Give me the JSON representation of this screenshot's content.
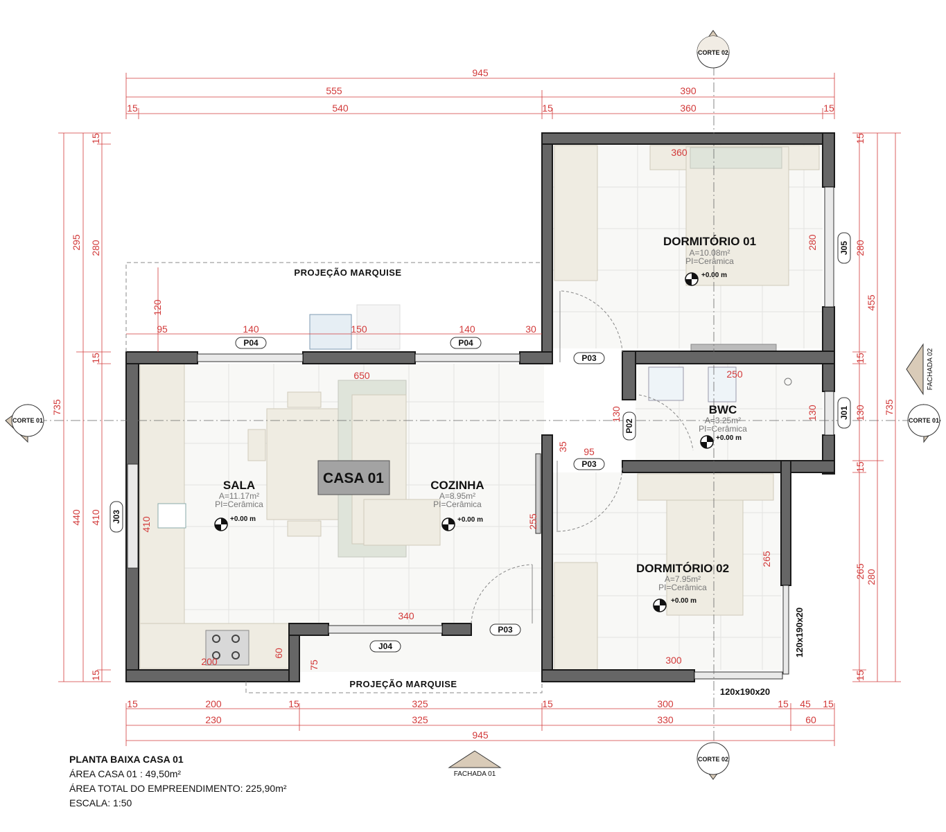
{
  "drawing": {
    "title": "PLANTA BAIXA CASA 01",
    "area_casa": "ÁREA CASA 01 : 49,50m²",
    "area_total": "ÁREA TOTAL DO EMPREENDIMENTO: 225,90m²",
    "escala": "ESCALA: 1:50",
    "house_label": "CASA 01"
  },
  "rooms": [
    {
      "name": "DORMITÓRIO 01",
      "area": "A=10.08m²",
      "floor": "PI=Cerâmica",
      "level": "+0.00 m"
    },
    {
      "name": "BWC",
      "area": "A=3.25m²",
      "floor": "PI=Cerâmica",
      "level": "+0.00 m"
    },
    {
      "name": "SALA",
      "area": "A=11.17m²",
      "floor": "PI=Cerâmica",
      "level": "+0.00 m"
    },
    {
      "name": "COZINHA",
      "area": "A=8.95m²",
      "floor": "PI=Cerâmica",
      "level": "+0.00 m"
    },
    {
      "name": "DORMITÓRIO 02",
      "area": "A=7.95m²",
      "floor": "PI=Cerâmica",
      "level": "+0.00 m"
    }
  ],
  "projections": {
    "top": "PROJEÇÃO MARQUISE",
    "bottom": "PROJEÇÃO MARQUISE"
  },
  "openings": {
    "p04": "P04",
    "p03": "P03",
    "p02": "P02",
    "j03": "J03",
    "j04": "J04",
    "j05": "J05",
    "j01": "J01",
    "win_size": "120x190x20"
  },
  "section_marks": {
    "corte01": "CORTE 01",
    "corte02": "CORTE 02"
  },
  "facades": {
    "fachada01": "FACHADA 01",
    "fachada02": "FACHADA 02"
  },
  "dims": {
    "top_total": "945",
    "top_a": "555",
    "top_b": "390",
    "top_c1": "15",
    "top_c2": "540",
    "top_c3": "15",
    "top_c4": "360",
    "top_c5": "15",
    "bot_a1": "15",
    "bot_a2": "200",
    "bot_a3": "15",
    "bot_a4": "325",
    "bot_a5": "15",
    "bot_a6": "300",
    "bot_a7": "15",
    "bot_a8": "45",
    "bot_a9": "15",
    "bot_b1": "230",
    "bot_b2": "325",
    "bot_b3": "330",
    "bot_b4": "60",
    "bot_total": "945",
    "left_total": "735",
    "left_a": "295",
    "left_b": "440",
    "left_c1": "15",
    "left_c2": "280",
    "left_c3": "15",
    "left_c4": "410",
    "left_c5": "15",
    "right_total": "735",
    "right_a": "455",
    "right_b": "280",
    "right_c1": "15",
    "right_c2": "280",
    "right_c3": "15",
    "right_c4": "130",
    "right_c5": "15",
    "right_c6": "265",
    "right_c7": "15",
    "win_95": "95",
    "win_140a": "140",
    "win_150": "150",
    "win_140b": "140",
    "win_30": "30",
    "proj_120": "120",
    "in_650": "650",
    "in_360": "360",
    "in_250": "250",
    "in_280": "280",
    "in_130a": "130",
    "in_130b": "130",
    "in_35": "35",
    "in_95": "95",
    "in_410": "410",
    "in_255": "255",
    "in_265": "265",
    "in_340": "340",
    "in_200": "200",
    "in_60": "60",
    "in_75": "75",
    "in_300": "300"
  }
}
